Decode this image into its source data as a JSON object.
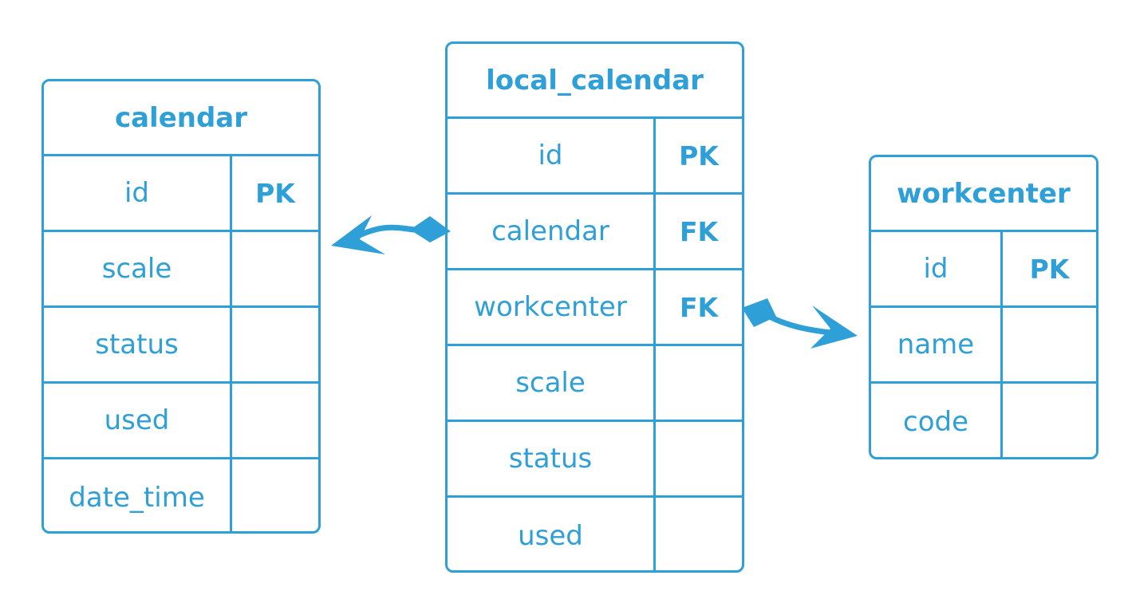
{
  "colors": {
    "accent": "#2e9fd7",
    "background": "#ffffff"
  },
  "entities": {
    "calendar": {
      "title": "calendar",
      "rows": [
        {
          "name": "id",
          "key": "PK"
        },
        {
          "name": "scale",
          "key": ""
        },
        {
          "name": "status",
          "key": ""
        },
        {
          "name": "used",
          "key": ""
        },
        {
          "name": "date_time",
          "key": ""
        }
      ]
    },
    "local_calendar": {
      "title": "local_calendar",
      "rows": [
        {
          "name": "id",
          "key": "PK"
        },
        {
          "name": "calendar",
          "key": "FK"
        },
        {
          "name": "workcenter",
          "key": "FK"
        },
        {
          "name": "scale",
          "key": ""
        },
        {
          "name": "status",
          "key": ""
        },
        {
          "name": "used",
          "key": ""
        }
      ]
    },
    "workcenter": {
      "title": "workcenter",
      "rows": [
        {
          "name": "id",
          "key": "PK"
        },
        {
          "name": "name",
          "key": ""
        },
        {
          "name": "code",
          "key": ""
        }
      ]
    }
  },
  "relations": [
    {
      "from": "local_calendar.calendar",
      "to": "calendar",
      "type": "foreign-key"
    },
    {
      "from": "local_calendar.workcenter",
      "to": "workcenter",
      "type": "foreign-key"
    }
  ]
}
